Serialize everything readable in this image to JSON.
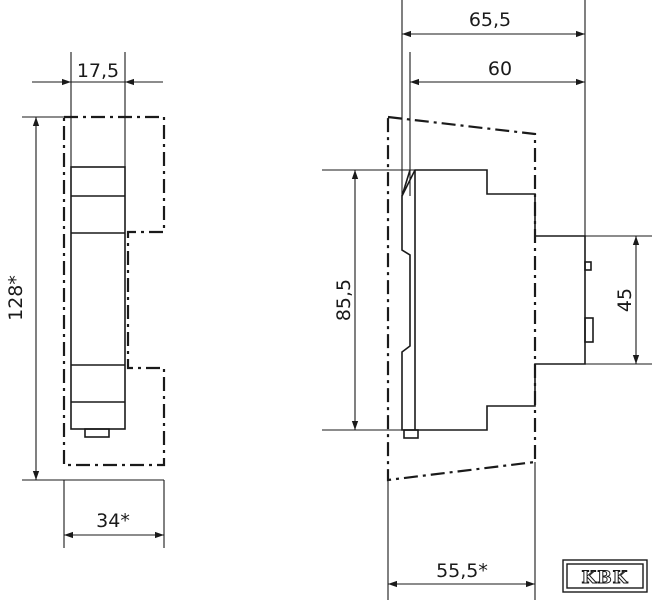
{
  "dimensions": {
    "front_width": "17,5",
    "front_height": "128*",
    "front_depth": "34*",
    "side_total_depth": "65,5",
    "side_depth": "60",
    "side_body_height": "85,5",
    "side_rail_height": "45",
    "side_bottom_depth": "55,5*"
  },
  "logo": {
    "text": "KBK"
  }
}
